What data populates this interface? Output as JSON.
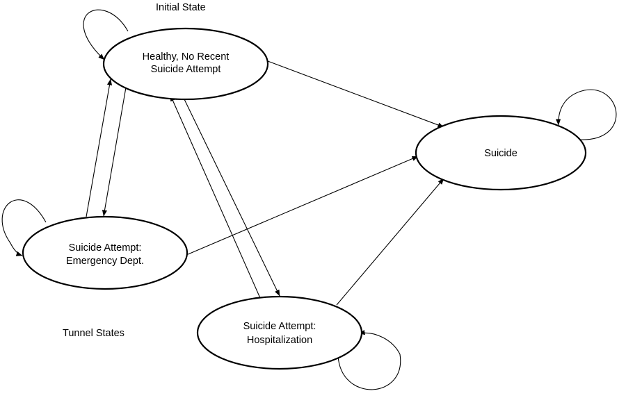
{
  "captions": {
    "initial_state": "Initial State",
    "tunnel_states": "Tunnel States"
  },
  "nodes": {
    "healthy": {
      "line1": "Healthy, No Recent",
      "line2": "Suicide Attempt"
    },
    "suicide": {
      "line1": "Suicide"
    },
    "emergency": {
      "line1": "Suicide Attempt:",
      "line2": "Emergency Dept."
    },
    "hospitalization": {
      "line1": "Suicide Attempt:",
      "line2": "Hospitalization"
    }
  },
  "edges": [
    {
      "from": "healthy",
      "to": "healthy",
      "kind": "self-loop"
    },
    {
      "from": "healthy",
      "to": "suicide",
      "kind": "transition"
    },
    {
      "from": "healthy",
      "to": "emergency",
      "kind": "transition"
    },
    {
      "from": "emergency",
      "to": "healthy",
      "kind": "transition"
    },
    {
      "from": "healthy",
      "to": "hospitalization",
      "kind": "transition"
    },
    {
      "from": "hospitalization",
      "to": "healthy",
      "kind": "transition"
    },
    {
      "from": "emergency",
      "to": "suicide",
      "kind": "transition"
    },
    {
      "from": "hospitalization",
      "to": "suicide",
      "kind": "transition"
    },
    {
      "from": "suicide",
      "to": "suicide",
      "kind": "self-loop"
    },
    {
      "from": "emergency",
      "to": "emergency",
      "kind": "self-loop"
    },
    {
      "from": "hospitalization",
      "to": "hospitalization",
      "kind": "self-loop"
    }
  ]
}
